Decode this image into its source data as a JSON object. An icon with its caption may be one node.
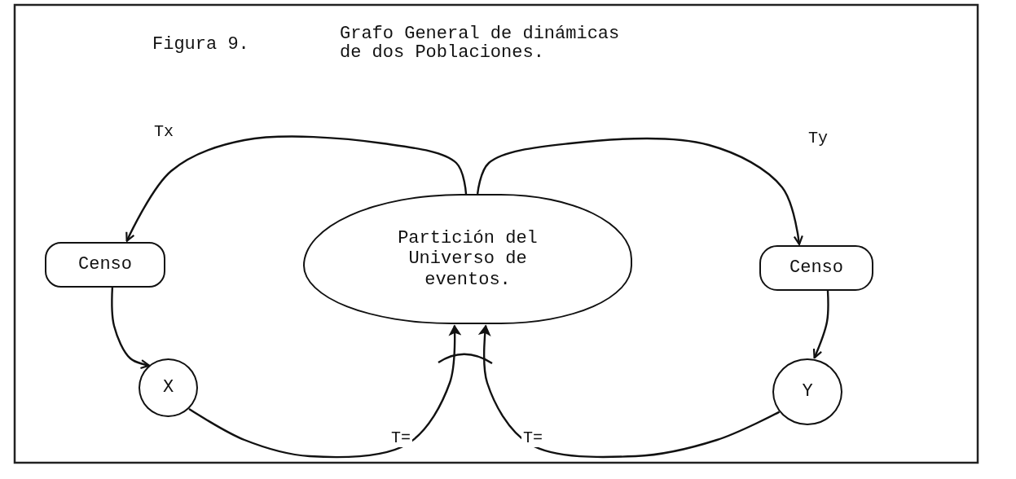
{
  "diagram": {
    "title": "Grafo General de dinámicas de dos Poblaciones.",
    "nodes": [
      {
        "text": [
          "Censo"
        ]
      },
      {
        "text": [
          "Partición del Universo de eventos."
        ]
      },
      {
        "text": [
          "Censo"
        ]
      },
      {
        "text": [
          "X"
        ]
      },
      {
        "text": [
          "Y"
        ]
      }
    ],
    "edges": [
      {
        "from": 1,
        "to": 0,
        "arrow": "to",
        "label": "Tx"
      },
      {
        "from": 1,
        "to": 2,
        "arrow": "to",
        "label": "Ty"
      },
      {
        "from": 0,
        "to": 3,
        "arrow": "to"
      },
      {
        "from": 2,
        "to": 4,
        "arrow": "to"
      },
      {
        "from": 3,
        "to": 1,
        "arrow": "to",
        "label": "T="
      },
      {
        "from": 4,
        "to": 1,
        "arrow": "to",
        "label": "T="
      }
    ],
    "labels": [
      "Figura 9."
    ]
  }
}
